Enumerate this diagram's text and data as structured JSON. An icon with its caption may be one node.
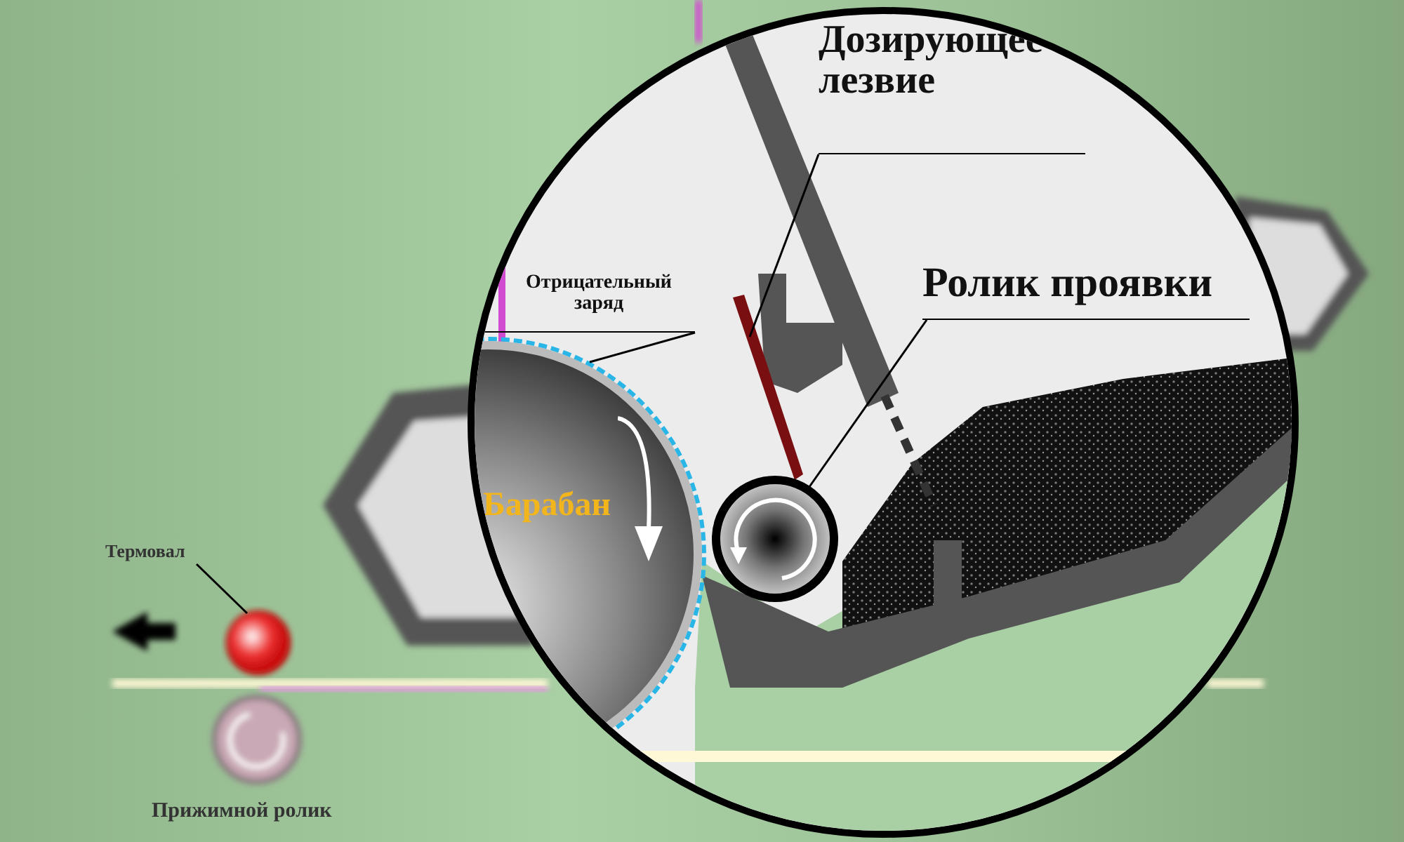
{
  "diagram": {
    "nodes": [
      {
        "text": [
          "Дозирующее лезвие"
        ]
      },
      {
        "text": [],
        "shape": "bar"
      },
      {
        "text": [
          "Ролик проявки"
        ]
      },
      {
        "text": [],
        "shape": "circle"
      },
      {
        "text": [
          "Отрицательный заряд"
        ]
      },
      {
        "text": [
          "Барабан"
        ]
      },
      {
        "text": [
          "Термовал"
        ]
      },
      {
        "text": [],
        "shape": "circle"
      },
      {
        "text": [],
        "shape": "circle",
        "beside": [
          "Прижимной ролик"
        ]
      }
    ],
    "edges": [
      {
        "from": 0,
        "to": 1,
        "arrow": "none"
      },
      {
        "from": 2,
        "to": 3,
        "arrow": "none"
      },
      {
        "from": 4,
        "to": 5,
        "arrow": "none"
      },
      {
        "from": 6,
        "to": 7,
        "arrow": "none"
      }
    ]
  }
}
